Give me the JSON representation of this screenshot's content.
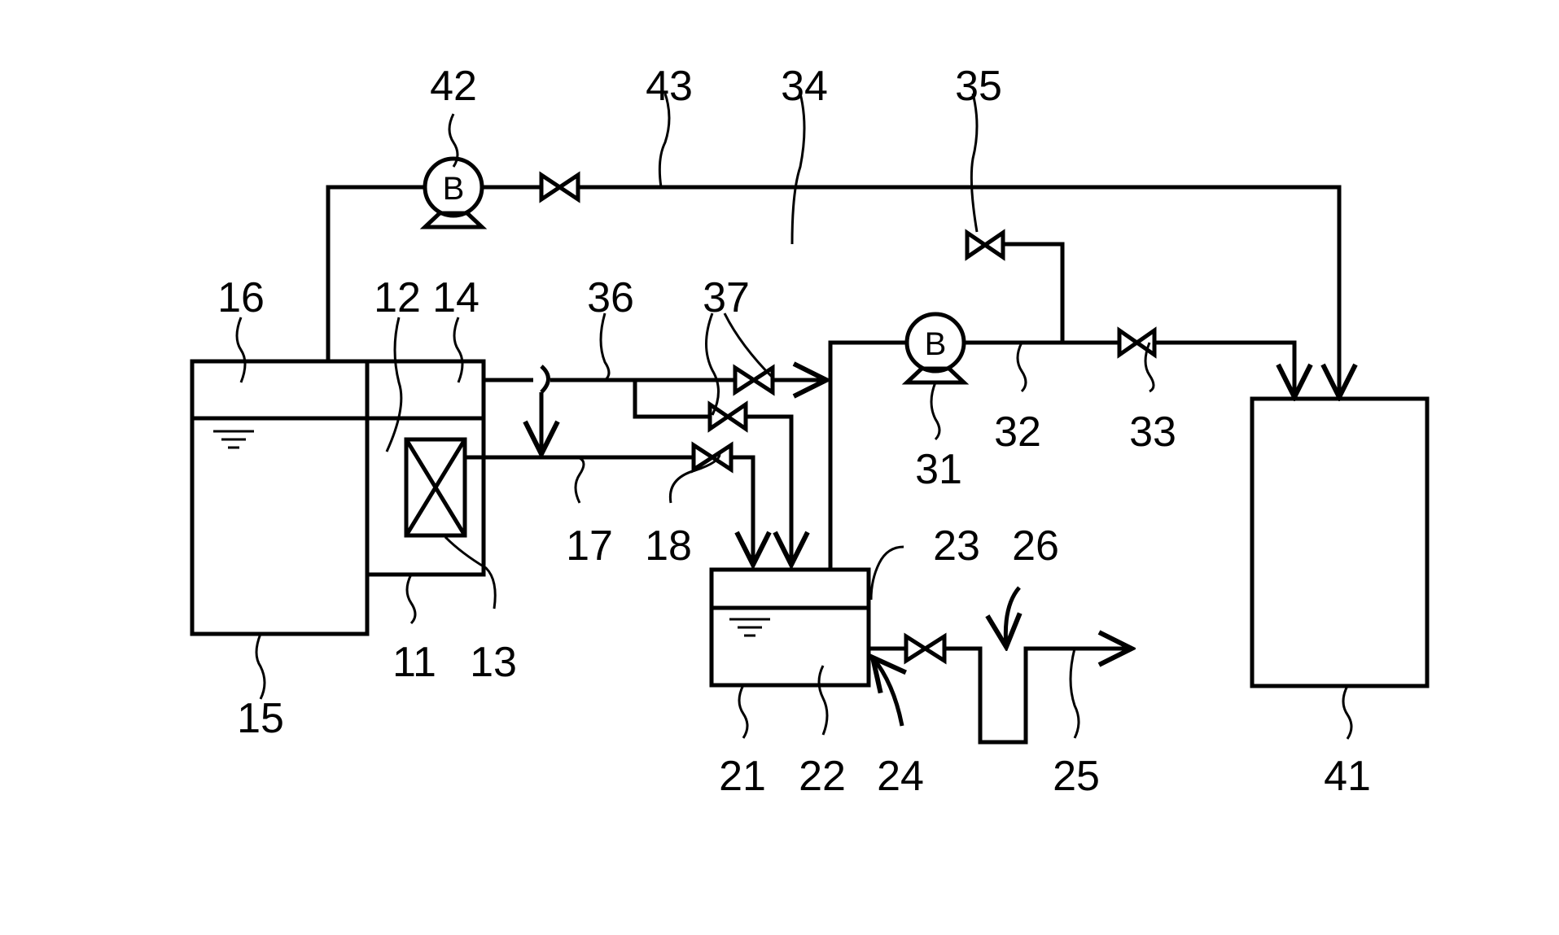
{
  "figure": {
    "pump_letter": "B"
  },
  "labels": {
    "l11": "11",
    "l12": "12",
    "l13": "13",
    "l14": "14",
    "l15": "15",
    "l16": "16",
    "l17": "17",
    "l18": "18",
    "l21": "21",
    "l22": "22",
    "l23": "23",
    "l24": "24",
    "l25": "25",
    "l26": "26",
    "l31": "31",
    "l32": "32",
    "l33": "33",
    "l34": "34",
    "l35": "35",
    "l36": "36",
    "l37": "37",
    "l41": "41",
    "l42": "42",
    "l43": "43"
  }
}
